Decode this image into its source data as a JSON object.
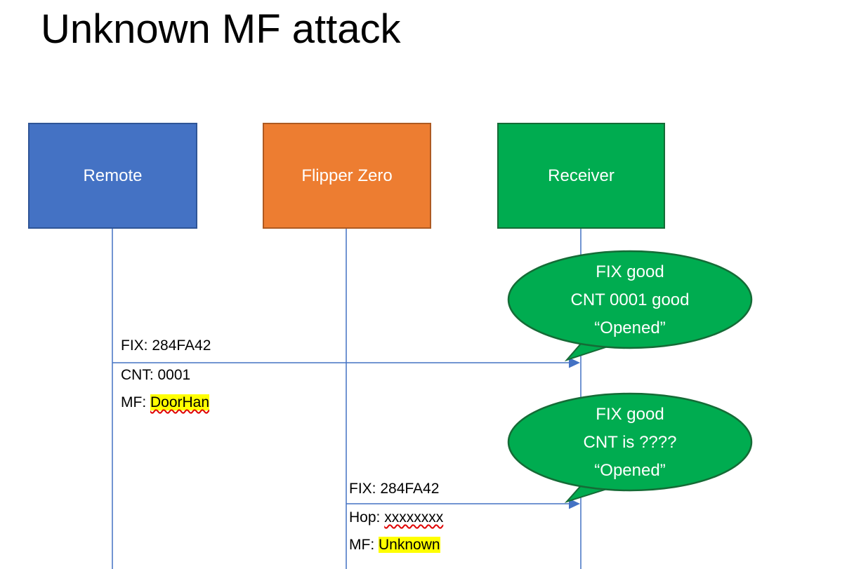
{
  "title": "Unknown MF attack",
  "colors": {
    "remote_fill": "#4472C4",
    "remote_border": "#2F5597",
    "flipper_fill": "#ED7D31",
    "flipper_border": "#AE5A21",
    "receiver_fill": "#00AC50",
    "receiver_border": "#156B36",
    "lifeline": "#4472C4",
    "arrow": "#4472C4",
    "highlight": "#FFFF00",
    "spellcheck_underline": "#E00000",
    "callout_fill": "#00AC50",
    "callout_border": "#156B36",
    "callout_text": "#FFFFFF"
  },
  "actors": [
    {
      "id": "remote",
      "label": "Remote"
    },
    {
      "id": "flipper",
      "label": "Flipper Zero"
    },
    {
      "id": "receiver",
      "label": "Receiver"
    }
  ],
  "messages": [
    {
      "from": "remote",
      "to": "receiver",
      "lines": [
        {
          "prefix": "FIX: ",
          "value": "284FA42"
        },
        {
          "prefix": "CNT: ",
          "value": "0001"
        },
        {
          "prefix": "MF: ",
          "value": "DoorHan"
        }
      ]
    },
    {
      "from": "flipper",
      "to": "receiver",
      "lines": [
        {
          "prefix": "FIX: ",
          "value": "284FA42"
        },
        {
          "prefix": "Hop: ",
          "value": "xxxxxxxx"
        },
        {
          "prefix": "MF: ",
          "value": "Unknown"
        }
      ]
    }
  ],
  "callouts": [
    {
      "lines": [
        "FIX good",
        "CNT 0001 good",
        "“Opened”"
      ]
    },
    {
      "lines": [
        "FIX good",
        "CNT is ????",
        "“Opened”"
      ]
    }
  ]
}
